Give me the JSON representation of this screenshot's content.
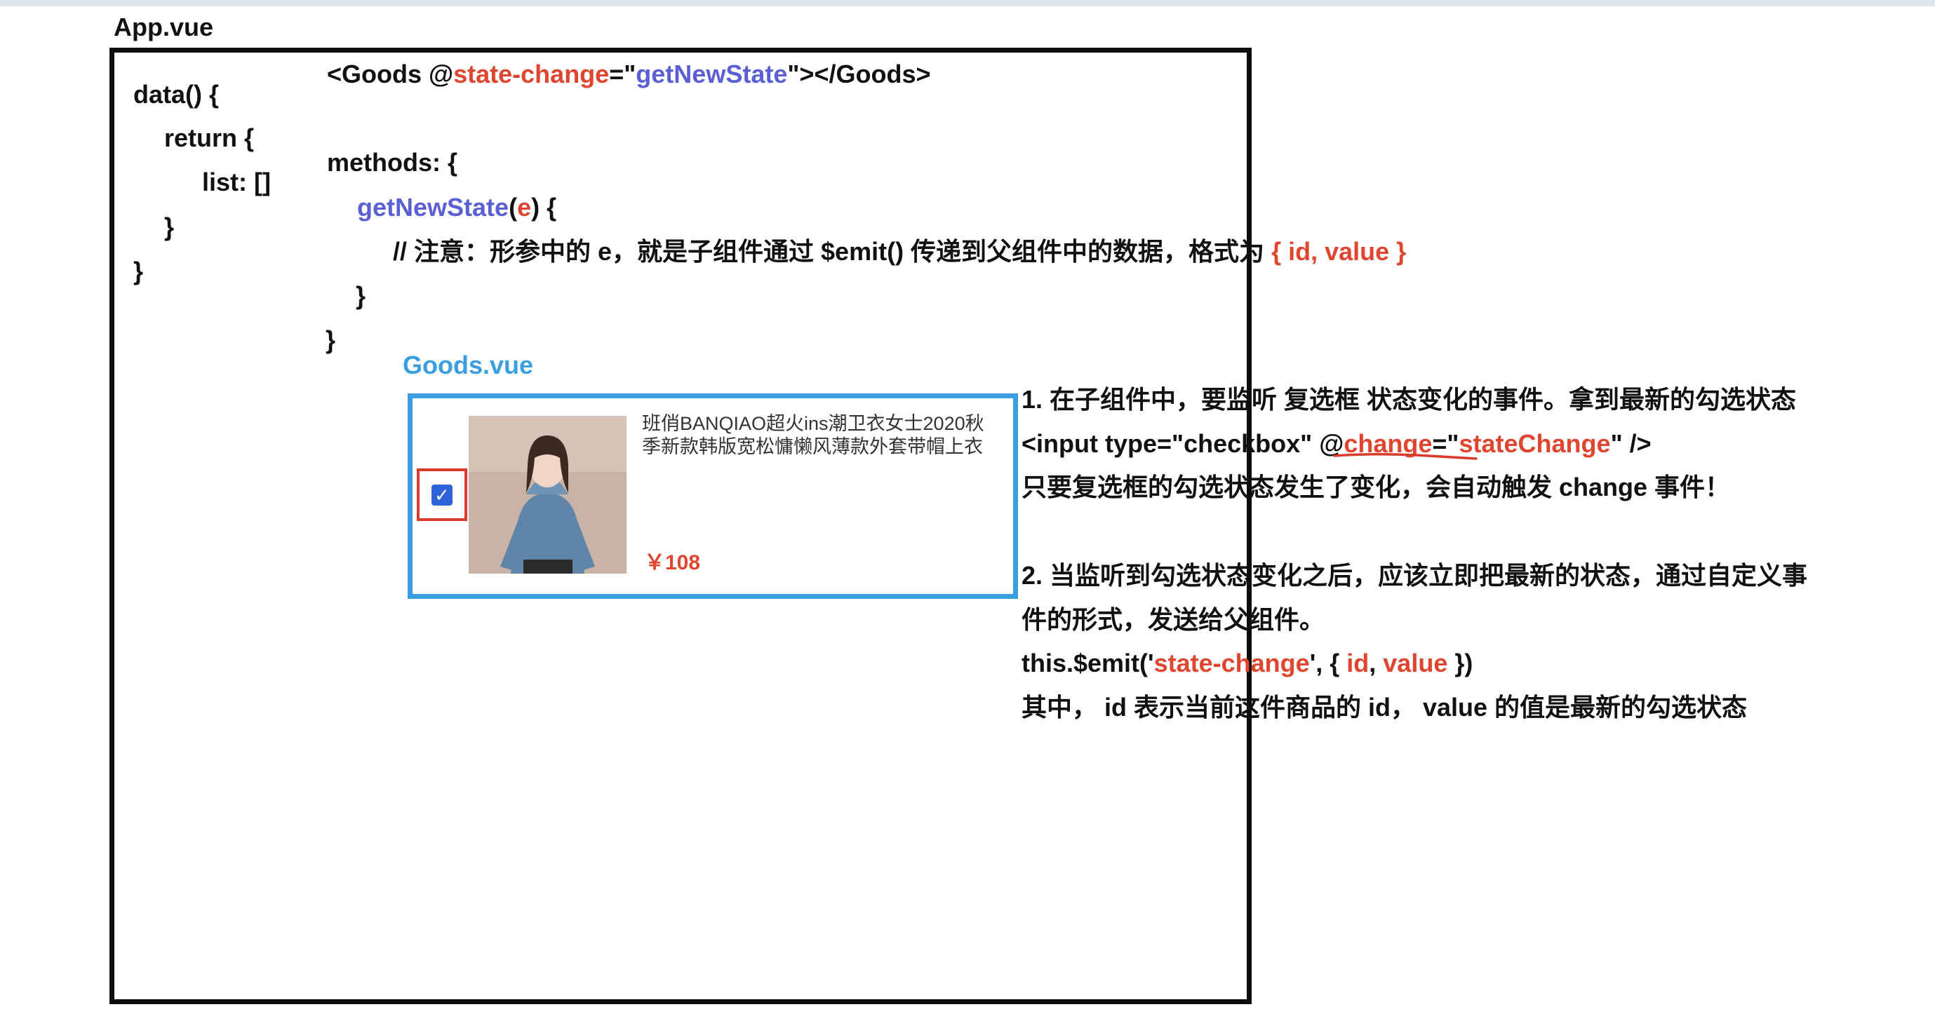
{
  "app": {
    "title": "App.vue",
    "data_block": [
      "data() {",
      "return {",
      "list: []",
      "}",
      "}"
    ],
    "goods_tag": {
      "open": "<Goods @",
      "event": "state-change",
      "eq": "=\"",
      "handler": "getNewState",
      "close": "\"></Goods>"
    },
    "methods_open": "methods: {",
    "method_name": "getNewState",
    "method_paren_open": "(",
    "method_param": "e",
    "method_paren_close": ") {",
    "comment": "// 注意：形参中的 e，就是子组件通过 $emit() 传递到父组件中的数据，格式为 ",
    "comment_format": "{ id, value }",
    "method_close": "}",
    "methods_close": "}"
  },
  "goods": {
    "title": "Goods.vue",
    "product_title": "班俏BANQIAO超火ins潮卫衣女士2020秋季新款韩版宽松慵懒风薄款外套带帽上衣",
    "price": "￥108",
    "checkbox_checked": true
  },
  "notes": {
    "step1_line1": "1. 在子组件中，要监听 复选框 状态变化的事件。拿到最新的勾选状态",
    "step1_code": {
      "open": "<input type=\"checkbox\" @",
      "event": "change",
      "eq": "=\"",
      "handler": "stateChange",
      "close": "\" />"
    },
    "step1_line3": "只要复选框的勾选状态发生了变化，会自动触发 change 事件！",
    "step2_line1": "2. 当监听到勾选状态变化之后，应该立即把最新的状态，通过自定义事",
    "step2_line2": "件的形式，发送给父组件。",
    "emit": {
      "prefix": "this.$emit('",
      "event": "state-change",
      "mid": "', { ",
      "id": "id",
      "comma": ", ",
      "value": "value",
      "suffix": " })"
    },
    "step2_line4": "其中， id 表示当前这件商品的 id， value 的值是最新的勾选状态"
  },
  "colors": {
    "highlight_red": "#e0452f",
    "method_blue": "#5a5fd4",
    "goods_blue": "#3a9ee0",
    "checkbox_blue": "#2f63d9"
  }
}
